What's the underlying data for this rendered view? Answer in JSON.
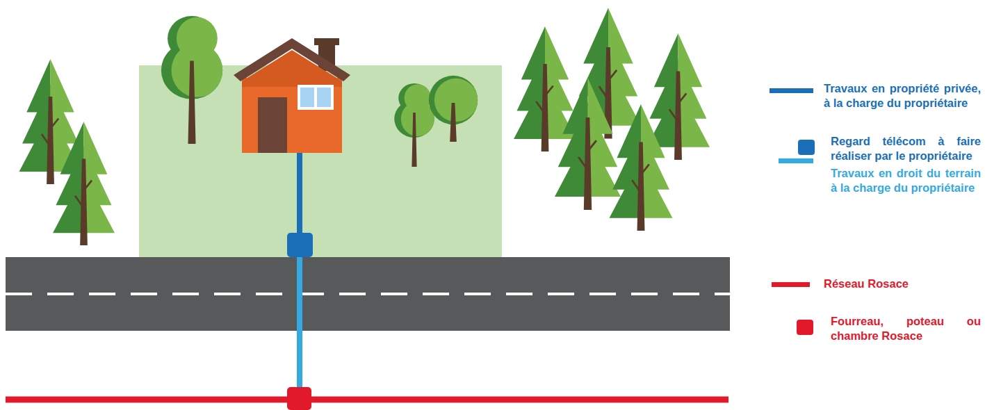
{
  "diagram": {
    "legend": [
      {
        "text": "Travaux en propriété privée, à la charge du propriétaire",
        "color": "#1a6fb8"
      },
      {
        "text": "Regard télécom à faire réaliser par le propriétaire",
        "color": "#1a6fb8"
      },
      {
        "text": "Travaux en droit du terrain à la charge du propriétaire",
        "color": "#35a9e1"
      },
      {
        "text": "Réseau Rosace",
        "color": "#e2192b"
      },
      {
        "text": "Fourreau, poteau ou chambre Rosace",
        "color": "#e2192b"
      }
    ]
  }
}
